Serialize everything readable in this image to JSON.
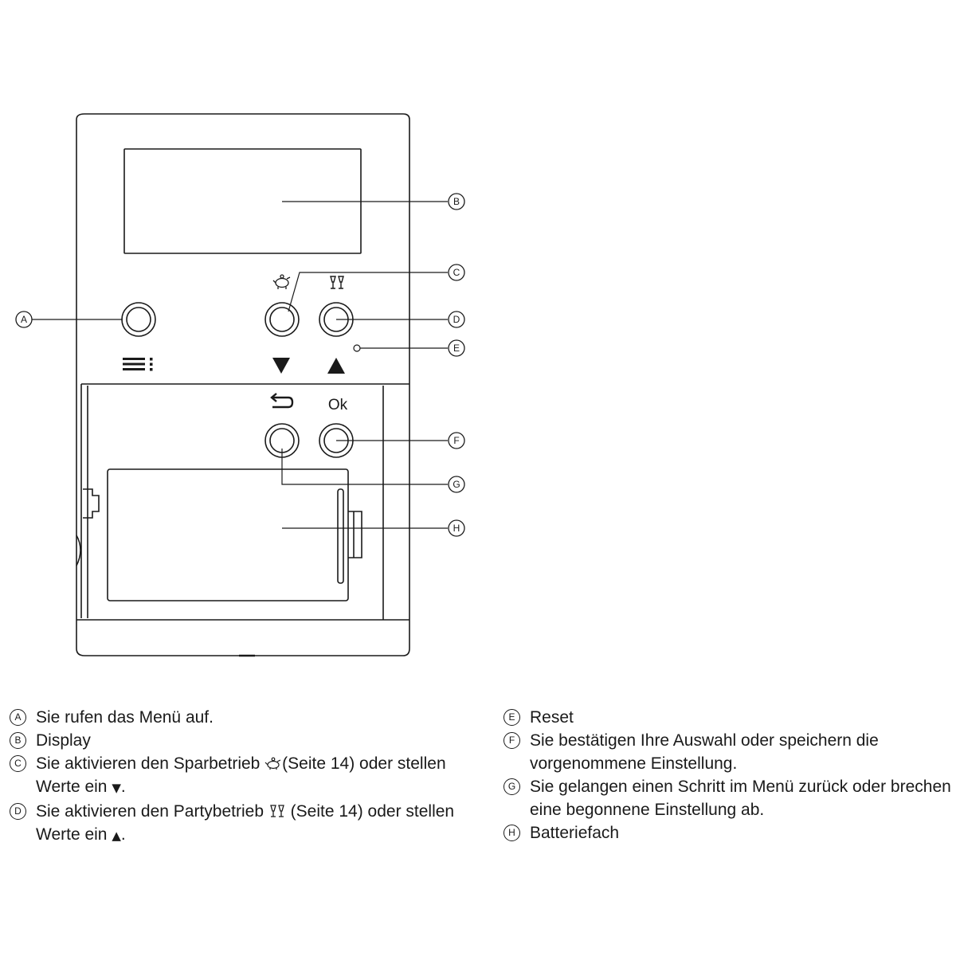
{
  "device": {
    "front_labels": {
      "menu_icon": "menu-icon",
      "eco_icon": "piggy-bank-icon",
      "party_icon": "party-glasses-icon",
      "down_arrow": "▼",
      "up_arrow": "▲",
      "back_icon": "back-arrow-icon",
      "ok_label": "Ok"
    }
  },
  "callouts": {
    "A": "A",
    "B": "B",
    "C": "C",
    "D": "D",
    "E": "E",
    "F": "F",
    "G": "G",
    "H": "H"
  },
  "legend": {
    "left": [
      {
        "marker": "A",
        "text": "Sie rufen das Menü auf."
      },
      {
        "marker": "B",
        "text": "Display"
      },
      {
        "marker": "C",
        "text_before": "Sie aktivieren den Sparbetrieb ",
        "glyph": "piggy-bank-icon",
        "text_after": "(Seite 14) oder stellen Werte ein ",
        "arrow": "▼",
        "end": "."
      },
      {
        "marker": "D",
        "text_before": "Sie aktivieren den Partybetrieb ",
        "glyph": "party-glasses-icon",
        "text_after": " (Seite 14) oder stellen Werte ein ",
        "arrow": "▲",
        "end": "."
      }
    ],
    "right": [
      {
        "marker": "E",
        "text": "Reset"
      },
      {
        "marker": "F",
        "text": "Sie bestätigen Ihre Auswahl oder speichern die vorgenommene Einstellung."
      },
      {
        "marker": "G",
        "text": "Sie gelangen einen Schritt im Menü zurück oder brechen eine begonnene Einstellung ab."
      },
      {
        "marker": "H",
        "text": "Batteriefach"
      }
    ]
  }
}
